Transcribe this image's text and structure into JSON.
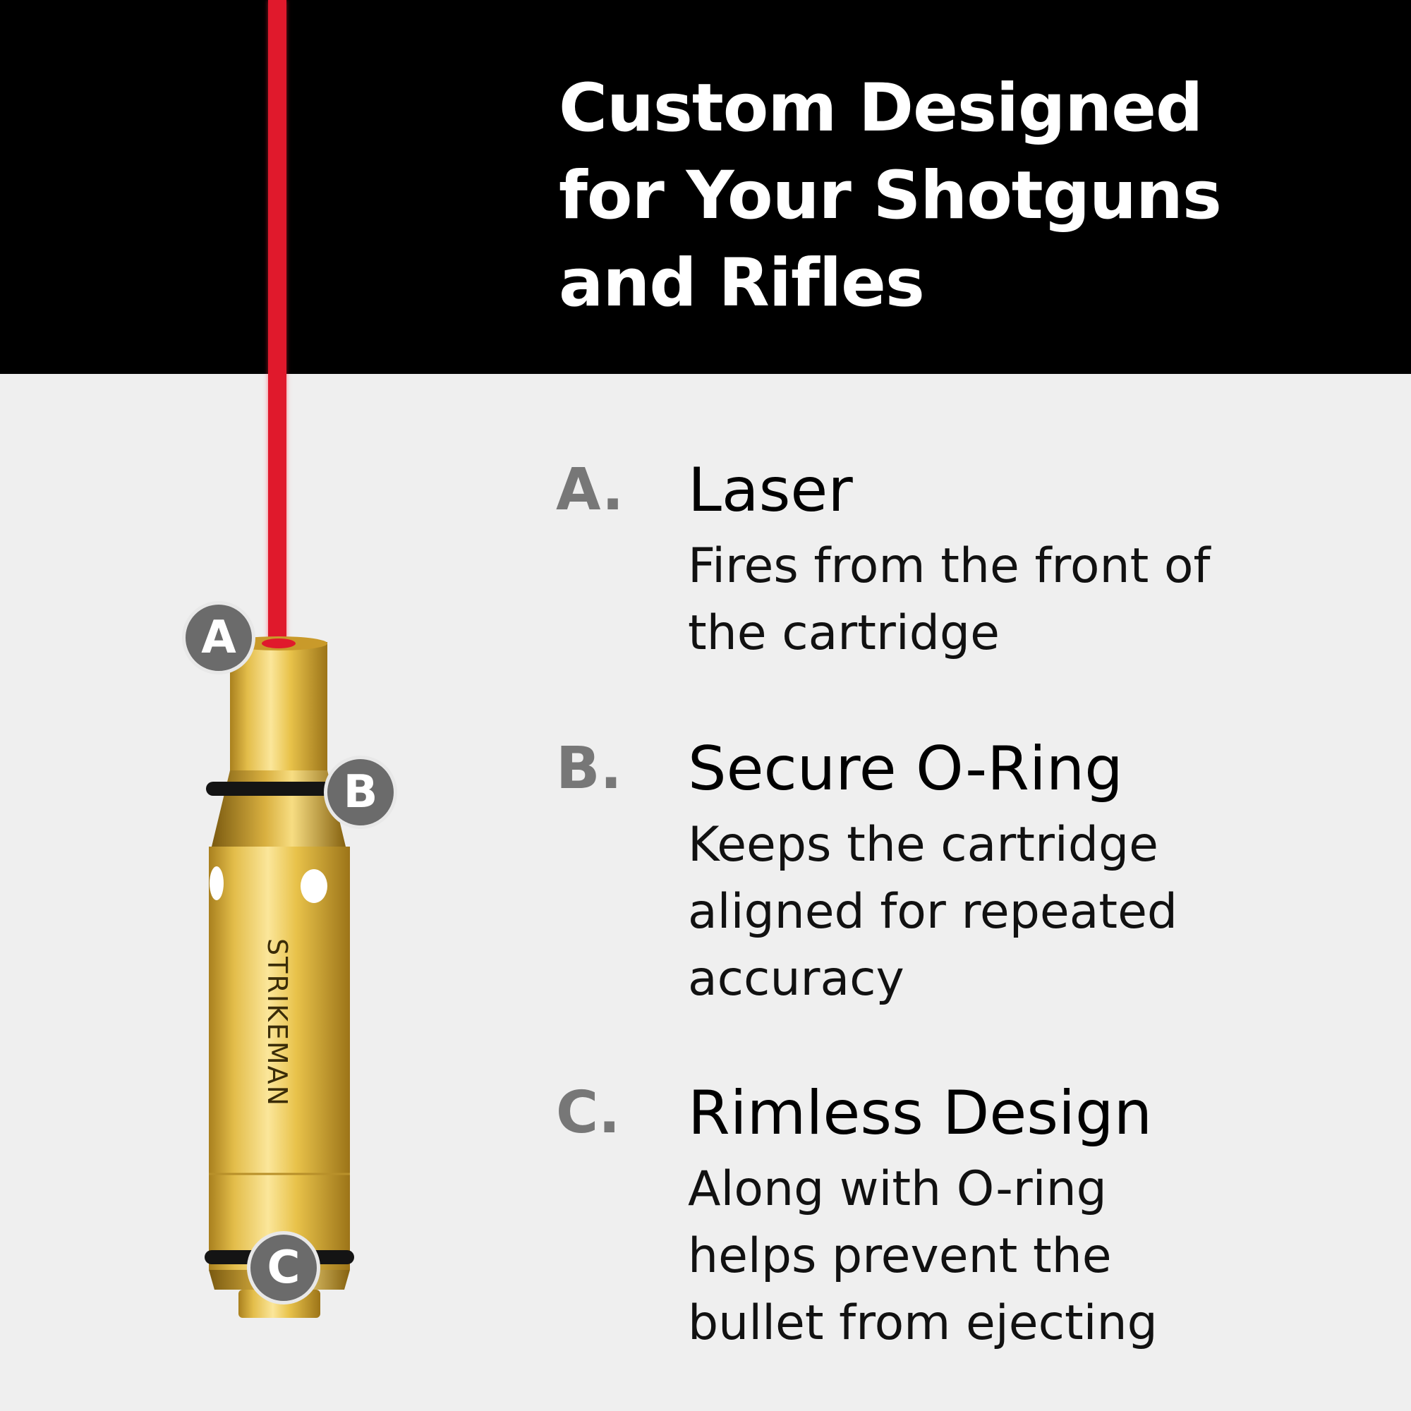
{
  "headline": {
    "lines": [
      "Custom Designed",
      "for Your Shotguns",
      "and Rifles"
    ]
  },
  "product": {
    "brand_engraving": "STRIKEMAN",
    "markers": [
      "A",
      "B",
      "C"
    ],
    "colors": {
      "laser": "#e0192c",
      "brass": "#e8c24a",
      "marker": "#6b6b6b"
    }
  },
  "features": [
    {
      "letter": "A.",
      "title": "Laser",
      "desc_lines": [
        "Fires from the front of",
        "the cartridge"
      ]
    },
    {
      "letter": "B.",
      "title": "Secure O-Ring",
      "desc_lines": [
        "Keeps the cartridge",
        "aligned for repeated",
        "accuracy"
      ]
    },
    {
      "letter": "C.",
      "title": "Rimless Design",
      "desc_lines": [
        "Along with O-ring",
        "helps prevent the",
        "bullet from ejecting"
      ]
    }
  ]
}
